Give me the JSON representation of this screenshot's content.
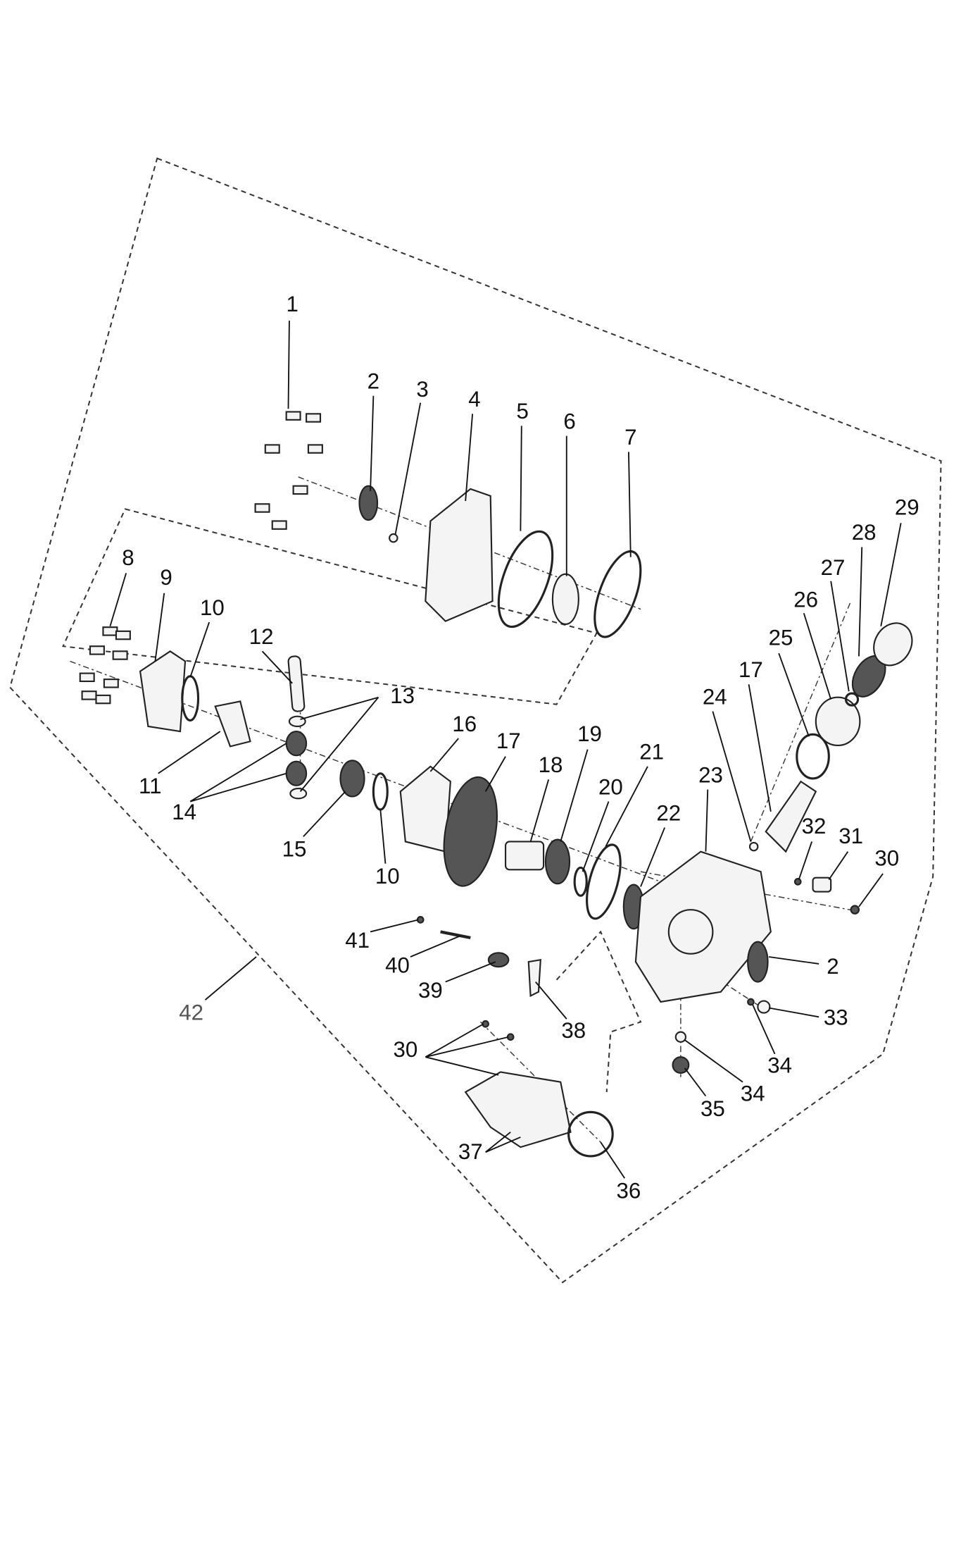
{
  "diagram": {
    "type": "exploded-parts-diagram",
    "callouts": [
      "1",
      "2",
      "3",
      "4",
      "5",
      "6",
      "7",
      "8",
      "9",
      "10",
      "12",
      "13",
      "11",
      "14",
      "16",
      "17",
      "18",
      "19",
      "21",
      "20",
      "22",
      "23",
      "32",
      "31",
      "30",
      "15",
      "10",
      "41",
      "40",
      "39",
      "2",
      "42",
      "38",
      "33",
      "34",
      "30",
      "34",
      "35",
      "37",
      "36",
      "29",
      "28",
      "27",
      "26",
      "25",
      "17",
      "24"
    ]
  }
}
